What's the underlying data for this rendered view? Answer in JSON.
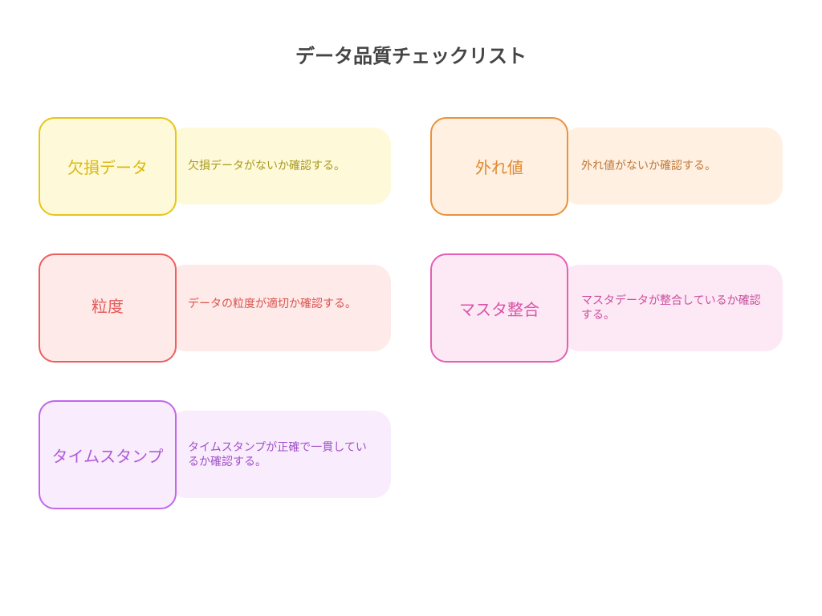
{
  "title": "データ品質チェックリスト",
  "items": [
    {
      "label": "欠損データ",
      "description": "欠損データがないか確認する。",
      "border": "#e6c619",
      "fill": "#fef9d9",
      "text": "#d9b90f",
      "desc_color": "#a89a20"
    },
    {
      "label": "外れ値",
      "description": "外れ値がないか確認する。",
      "border": "#e8923c",
      "fill": "#fff0e1",
      "text": "#e08a30",
      "desc_color": "#c0783a"
    },
    {
      "label": "粒度",
      "description": "データの粒度が適切か確認する。",
      "border": "#ec5f5f",
      "fill": "#feeae8",
      "text": "#e45a5a",
      "desc_color": "#d9534f"
    },
    {
      "label": "マスタ整合",
      "description": "マスタデータが整合しているか確認する。",
      "border": "#e45fb5",
      "fill": "#fde8f5",
      "text": "#d955a8",
      "desc_color": "#c9509c"
    },
    {
      "label": "タイムスタンプ",
      "description": "タイムスタンプが正確で一貫しているか確認する。",
      "border": "#c266ea",
      "fill": "#f9edfd",
      "text": "#b05ad8",
      "desc_color": "#a050c8"
    }
  ]
}
